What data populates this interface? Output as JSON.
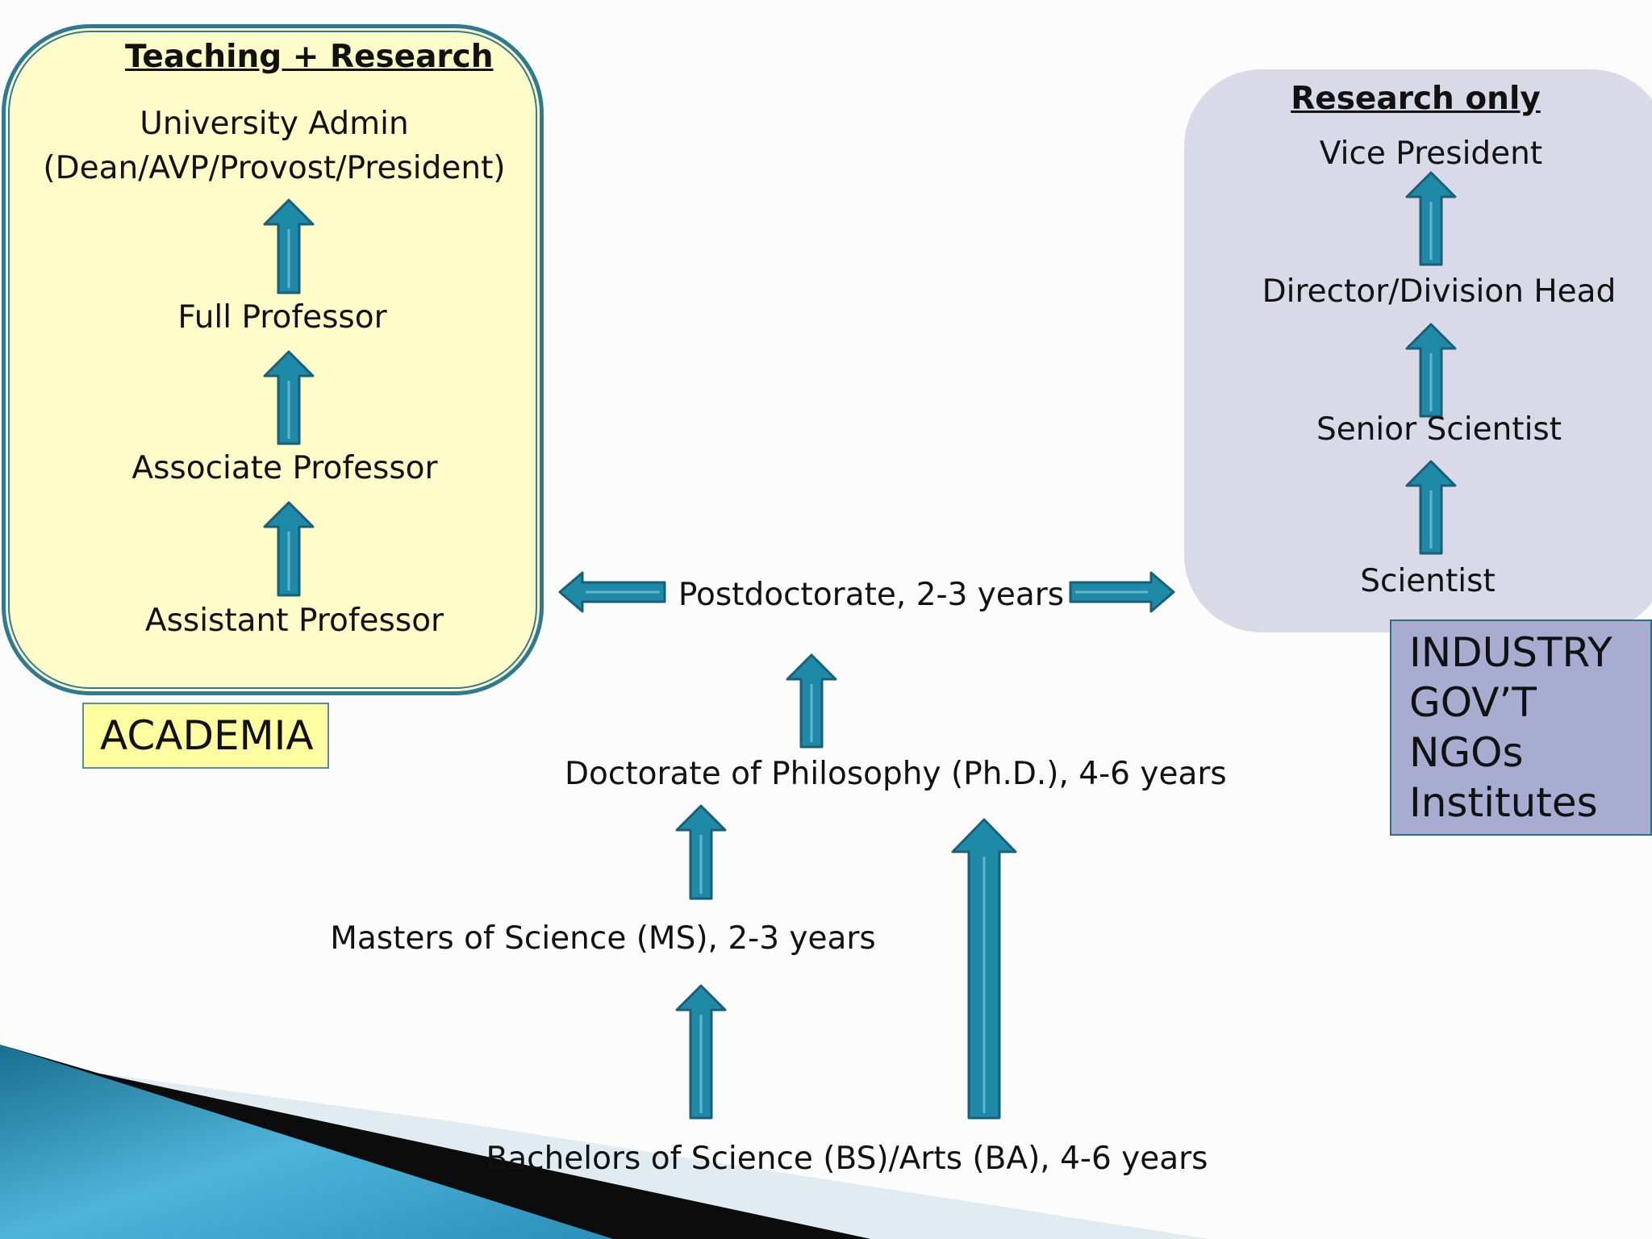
{
  "academia": {
    "heading": "Teaching + Research",
    "admin_line1": "University Admin",
    "admin_line2": "(Dean/AVP/Provost/President)",
    "full_professor": "Full Professor",
    "associate_professor": "Associate Professor",
    "assistant_professor": "Assistant Professor",
    "label": "ACADEMIA"
  },
  "research": {
    "heading": "Research only",
    "vice_president": "Vice President",
    "director": "Director/Division Head",
    "senior_scientist": "Senior Scientist",
    "scientist": "Scientist",
    "label_lines": [
      "INDUSTRY",
      "GOV’T",
      "NGOs",
      "Institutes"
    ]
  },
  "pathway": {
    "postdoc": "Postdoctorate, 2-3 years",
    "phd": "Doctorate of Philosophy (Ph.D.), 4-6 years",
    "masters": "Masters of Science (MS), 2-3 years",
    "bachelors": "Bachelors of Science (BS)/Arts (BA), 4-6 years"
  },
  "colors": {
    "arrow_fill": "#1f8aa8",
    "arrow_stroke": "#1a5f78",
    "academia_fill": "#fefdc9",
    "research_fill": "#dad9e8",
    "industry_label_fill": "#a8acd1",
    "academia_label_fill": "#fefda0"
  }
}
